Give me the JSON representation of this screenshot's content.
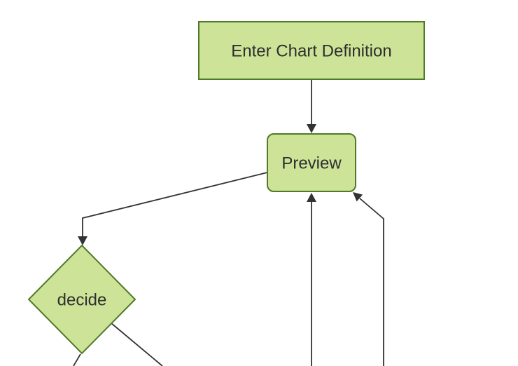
{
  "diagram": {
    "type": "flowchart",
    "orientation": "top-down",
    "nodes": [
      {
        "id": "enter-chart-definition",
        "shape": "rectangle",
        "label": "Enter Chart Definition"
      },
      {
        "id": "preview",
        "shape": "rounded-rectangle",
        "label": "Preview"
      },
      {
        "id": "decide",
        "shape": "diamond",
        "label": "decide"
      }
    ],
    "edges": [
      {
        "from": "enter-chart-definition",
        "to": "preview",
        "arrow": true
      },
      {
        "from": "preview",
        "to": "decide",
        "arrow": true
      },
      {
        "from": "offscreen-bottom-left",
        "to": "preview",
        "arrow": true
      },
      {
        "from": "offscreen-bottom-right",
        "to": "preview",
        "arrow": true
      },
      {
        "from": "decide",
        "to": "offscreen-bottom-a",
        "arrow": false
      },
      {
        "from": "decide",
        "to": "offscreen-bottom-b",
        "arrow": false
      }
    ],
    "colors": {
      "node_fill": "#cde498",
      "node_border": "#4f7a28",
      "edge_line": "#333333",
      "label_text": "#2e2e2e",
      "canvas_bg": "#ffffff"
    }
  }
}
